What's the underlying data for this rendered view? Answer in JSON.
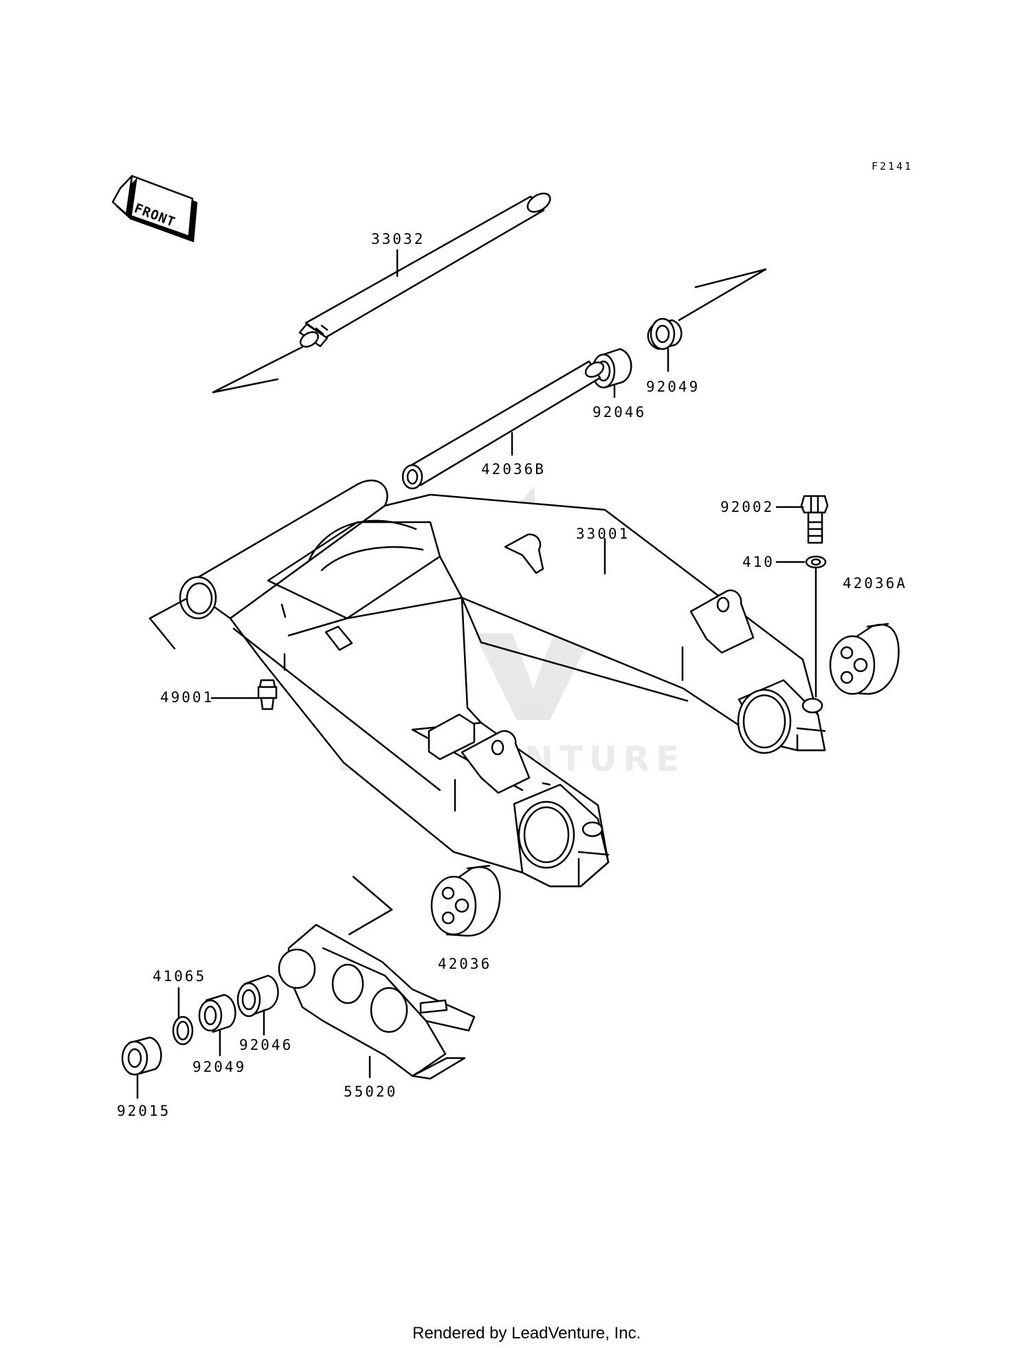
{
  "diagram": {
    "ref_code": "F2141",
    "front_label": "FRONT",
    "watermark": "LEADVENTURE",
    "footer": "Rendered by LeadVenture, Inc.",
    "parts": [
      {
        "id": "33032"
      },
      {
        "id": "92049"
      },
      {
        "id": "92046"
      },
      {
        "id": "42036B"
      },
      {
        "id": "92002"
      },
      {
        "id": "33001"
      },
      {
        "id": "410"
      },
      {
        "id": "42036A"
      },
      {
        "id": "49001"
      },
      {
        "id": "42036"
      },
      {
        "id": "41065"
      },
      {
        "id": "92046"
      },
      {
        "id": "92049"
      },
      {
        "id": "55020"
      },
      {
        "id": "92015"
      }
    ]
  }
}
